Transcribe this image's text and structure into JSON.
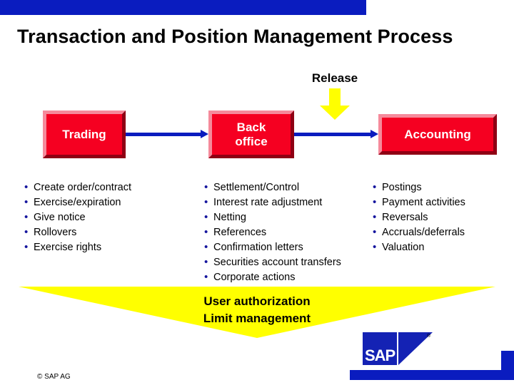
{
  "slide": {
    "title": "Transaction and Position Management Process",
    "release_label": "Release",
    "copyright": "©  SAP AG",
    "logo_text": "SAP",
    "logo_tm": "®"
  },
  "colors": {
    "brand_blue": "#0A1CBF",
    "box_red": "#F50021",
    "box_highlight": "#F58A9B",
    "box_shadow": "#8F0014",
    "accent_yellow": "#FFFF00",
    "bullet_blue": "#15159E",
    "text_black": "#000000",
    "box_text": "#FFFFFF"
  },
  "boxes": [
    {
      "id": "trading",
      "label": "Trading"
    },
    {
      "id": "backoffice",
      "label": "Back\noffice"
    },
    {
      "id": "accounting",
      "label": "Accounting"
    }
  ],
  "columns": [
    {
      "id": "trading",
      "items": [
        "Create order/contract",
        "Exercise/expiration",
        "Give notice",
        "Rollovers",
        "Exercise rights"
      ]
    },
    {
      "id": "backoffice",
      "items": [
        "Settlement/Control",
        "Interest rate adjustment",
        "Netting",
        "References",
        "Confirmation letters",
        "Securities account transfers",
        "Corporate actions"
      ]
    },
    {
      "id": "accounting",
      "items": [
        "Postings",
        "Payment activities",
        "Reversals",
        "Accruals/deferrals",
        "Valuation"
      ]
    }
  ],
  "banner": {
    "line1": "User authorization",
    "line2": "Limit management"
  },
  "icons": {
    "bullet": "bullet-diamond-icon",
    "release_arrow": "yellow-down-arrow-icon",
    "flow_arrow": "blue-right-arrow-icon",
    "banner_shape": "yellow-down-triangle-icon"
  }
}
